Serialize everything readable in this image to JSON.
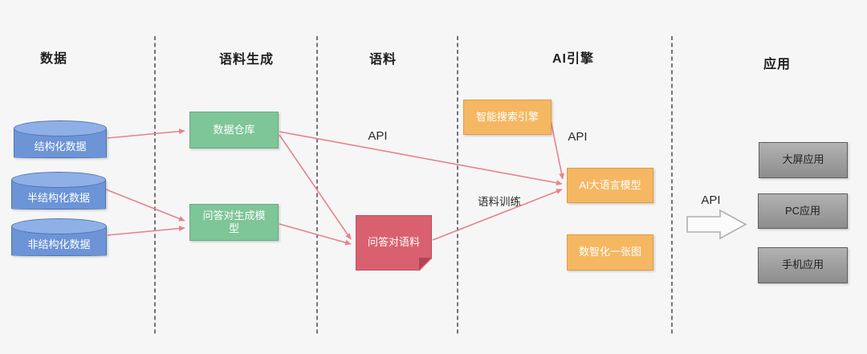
{
  "columns": [
    {
      "label": "数据"
    },
    {
      "label": "语料生成"
    },
    {
      "label": "语料"
    },
    {
      "label": "AI引擎"
    },
    {
      "label": "应用"
    }
  ],
  "nodes": {
    "structured_data": "结构化数据",
    "semi_structured_data": "半结构化数据",
    "unstructured_data": "非结构化数据",
    "data_warehouse": "数据仓库",
    "qa_gen_model": "问答对生成模型",
    "qa_corpus": "问答对语料",
    "smart_search_engine": "智能搜索引擎",
    "ai_llm": "AI大语言模型",
    "digital_map": "数智化一张图",
    "bigscreen_app": "大屏应用",
    "pc_app": "PC应用",
    "mobile_app": "手机应用"
  },
  "edges": [
    {
      "from": "structured_data",
      "to": "data_warehouse",
      "label": ""
    },
    {
      "from": "semi_structured_data",
      "to": "qa_gen_model",
      "label": ""
    },
    {
      "from": "unstructured_data",
      "to": "qa_gen_model",
      "label": ""
    },
    {
      "from": "data_warehouse",
      "to": "ai_llm",
      "label": "API"
    },
    {
      "from": "data_warehouse",
      "to": "qa_corpus",
      "label": ""
    },
    {
      "from": "qa_gen_model",
      "to": "qa_corpus",
      "label": ""
    },
    {
      "from": "qa_corpus",
      "to": "ai_llm",
      "label": "语料训练"
    },
    {
      "from": "smart_search_engine",
      "to": "ai_llm",
      "label": "API"
    },
    {
      "from": "ai_engine_column",
      "to": "application_column",
      "label": "API"
    }
  ],
  "colors": {
    "canvas_bg": "#f6f6f6",
    "node_blue": "#6c94d6",
    "node_blue_top": "#8fb0e6",
    "node_blue_stroke": "#4e73b5",
    "node_green": "#7ec598",
    "node_green_stroke": "#63ae82",
    "node_orange": "#f5b761",
    "node_orange_stroke": "#e09c44",
    "node_red": "#d9616f",
    "node_red_stroke": "#bf4f60",
    "node_red_fold": "#b04557",
    "node_gray": "#9b9b9b",
    "node_gray_stroke": "#5e5e5e",
    "connector_pink": "#e8818e",
    "separator": "#3d3d3d",
    "text_light": "#ffffff",
    "text_dark": "#1f1f1f"
  }
}
